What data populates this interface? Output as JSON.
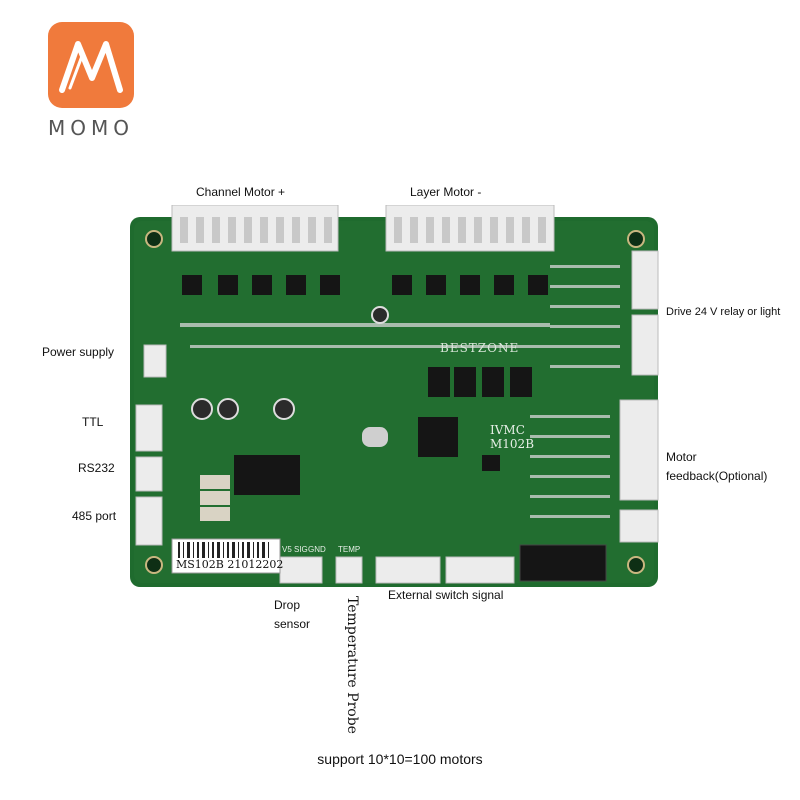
{
  "logo": {
    "text": "MOMO",
    "brand_color": "#f07a3c"
  },
  "board": {
    "silkscreen_brand": "BESTZONE",
    "model_lines": [
      "IVMC",
      "M102B"
    ],
    "barcode_text": "MS102B 21012202",
    "connector_labels": [
      "TEMP",
      "GND",
      "SIG",
      "V5"
    ]
  },
  "labels": {
    "channel_motor": "Channel Motor +",
    "layer_motor": "Layer Motor -",
    "power_supply": "Power supply",
    "ttl": "TTL",
    "rs232": "RS232",
    "port485": "485 port",
    "drive_relay": "Drive 24 V relay or light",
    "motor_feedback": "Motor feedback(Optional)",
    "drop_sensor": "Drop sensor",
    "temperature_probe": "Temperature Probe",
    "external_switch": "External switch signal"
  },
  "caption": "support 10*10=100 motors",
  "colors": {
    "pcb_green": "#1f6b2e",
    "connector_white": "#ececec",
    "chip_black": "#151515"
  }
}
